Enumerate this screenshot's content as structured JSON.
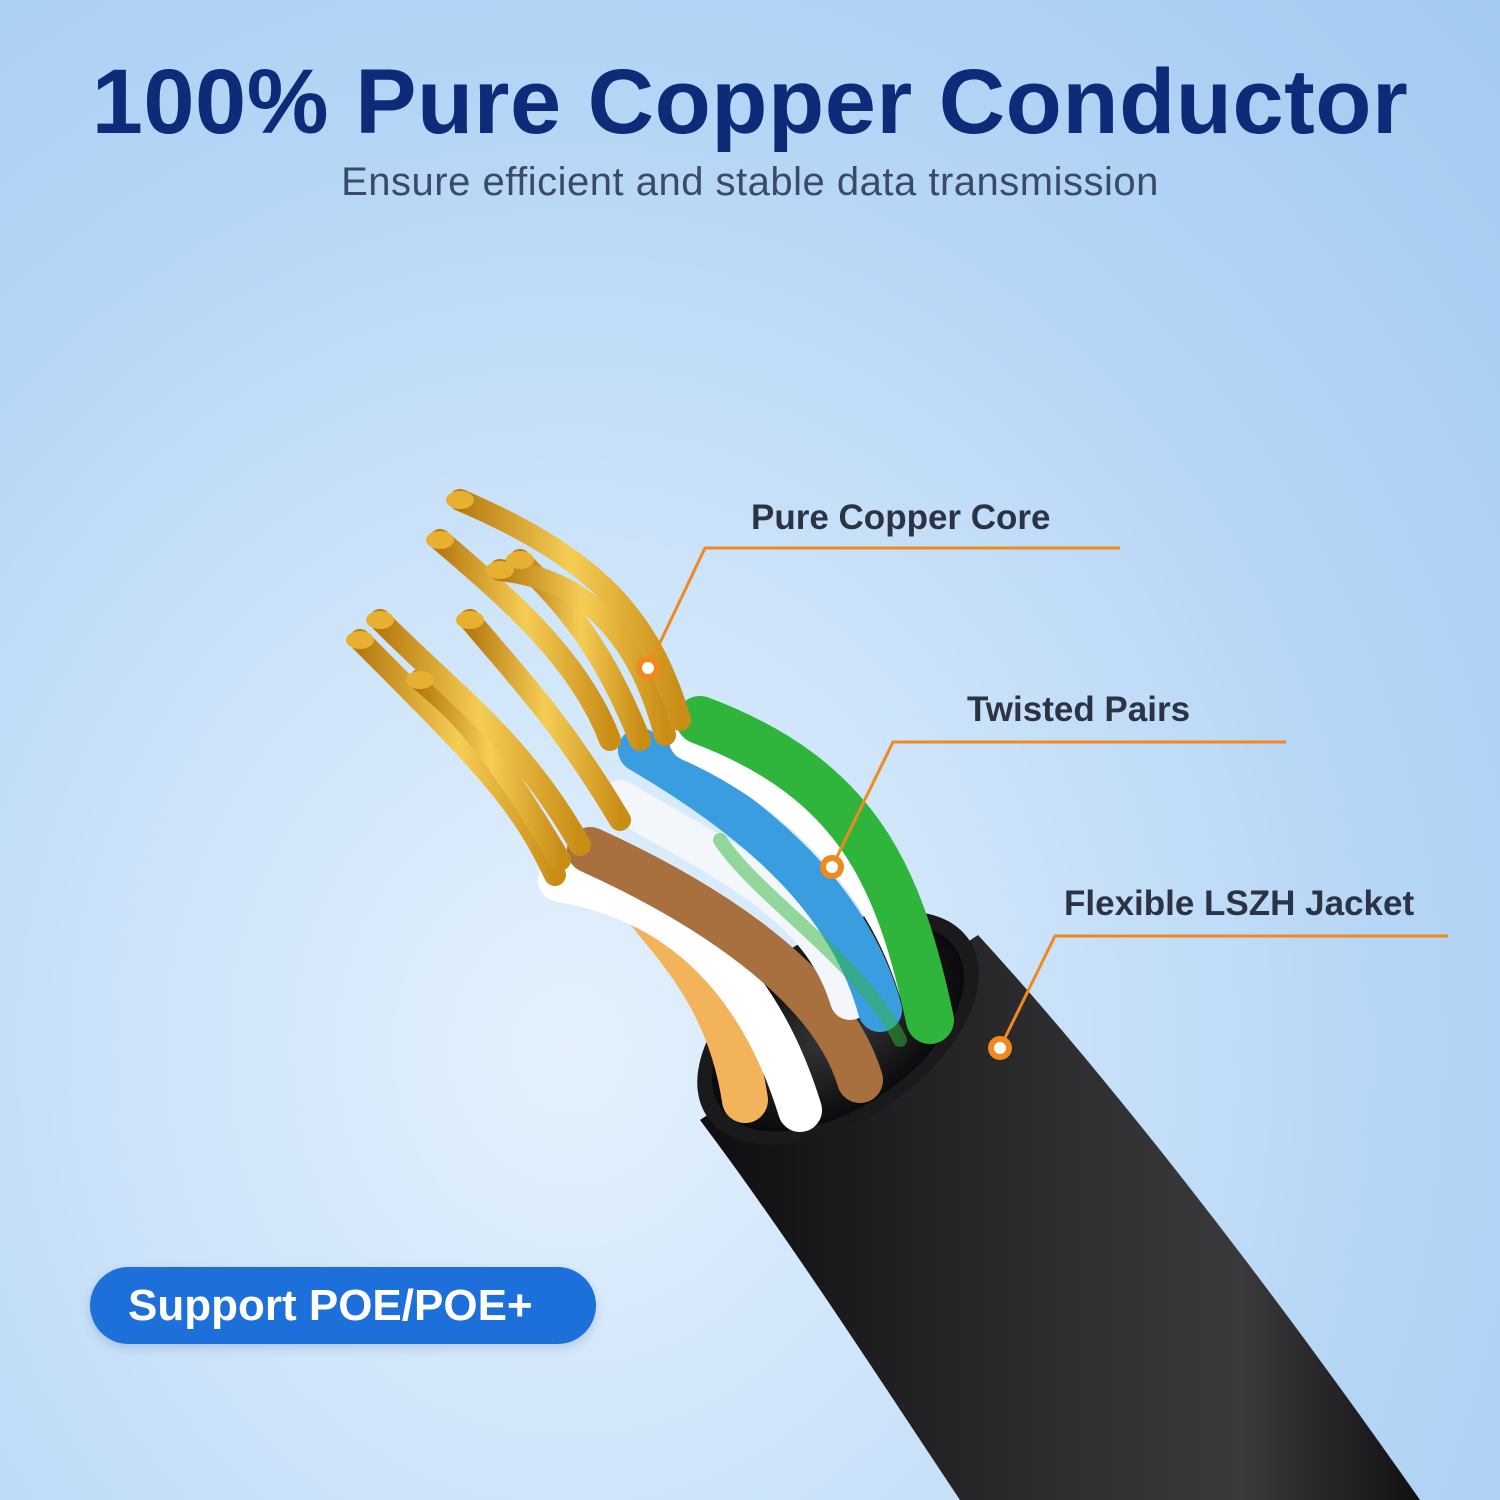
{
  "header": {
    "title": "100% Pure Copper Conductor",
    "subtitle": "Ensure efficient and stable data transmission"
  },
  "callouts": [
    {
      "label": "Pure Copper Core"
    },
    {
      "label": "Twisted Pairs"
    },
    {
      "label": "Flexible LSZH Jacket"
    }
  ],
  "badge": {
    "label": "Support POE/POE+"
  },
  "colors": {
    "title": "#0c2b78",
    "subtitle": "#3a4b68",
    "callout_line": "#f08a1c",
    "badge_background": "#1d6fd9",
    "badge_text": "#ffffff",
    "copper": "#e0a524",
    "cable_jacket": "#1c1c1e",
    "wire_green": "#2fb53c",
    "wire_brown": "#a9703f",
    "wire_blue": "#3a9de0",
    "wire_orange": "#f2b35a"
  }
}
